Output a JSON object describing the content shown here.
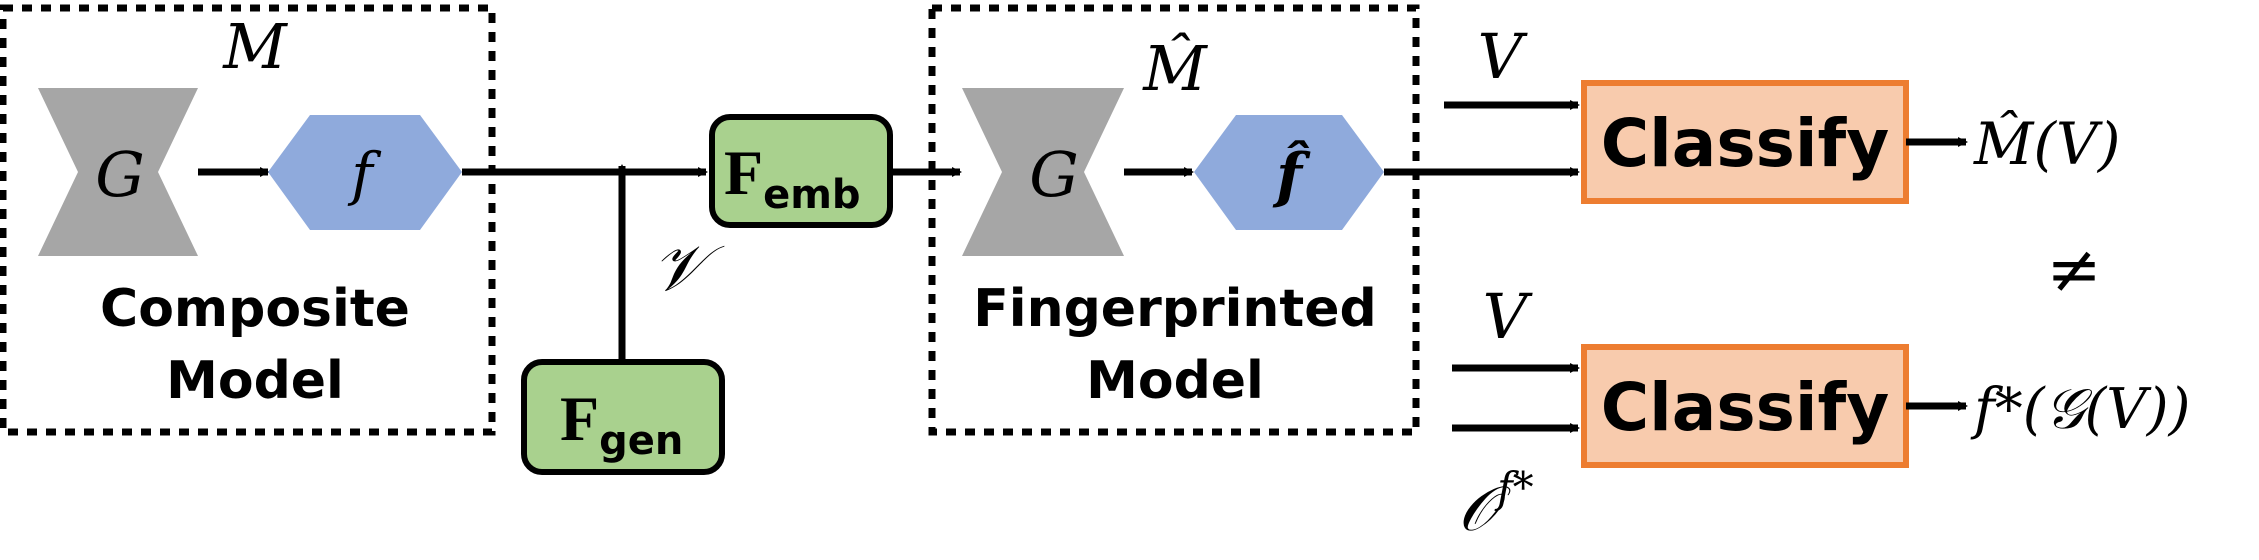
{
  "composite": {
    "title": "M",
    "caption_line1": "Composite",
    "caption_line2": "Model",
    "gen_label": "G",
    "f_label": "f"
  },
  "fingerprinted": {
    "title": "M̂",
    "caption_line1": "Fingerprinted",
    "caption_line2": "Model",
    "gen_label": "G",
    "f_label": "f̂"
  },
  "f_emb": {
    "main": "F",
    "sub": "emb"
  },
  "f_gen": {
    "main": "F",
    "sub": "gen"
  },
  "v_script": "𝒱",
  "top_row": {
    "input": "V",
    "classify": "Classify",
    "output": "M̂(V)"
  },
  "neq": "≠",
  "bottom_row": {
    "input": "V",
    "classify": "Classify",
    "output": "f*(𝒢(V))",
    "oracle": "𝒪",
    "oracle_sup": "f*"
  },
  "colors": {
    "generator": "#a6a6a6",
    "hexagon": "#8faadc",
    "green_box": "#a9d18e",
    "orange_box": "#f8cbad",
    "orange_border": "#ed7d31"
  }
}
